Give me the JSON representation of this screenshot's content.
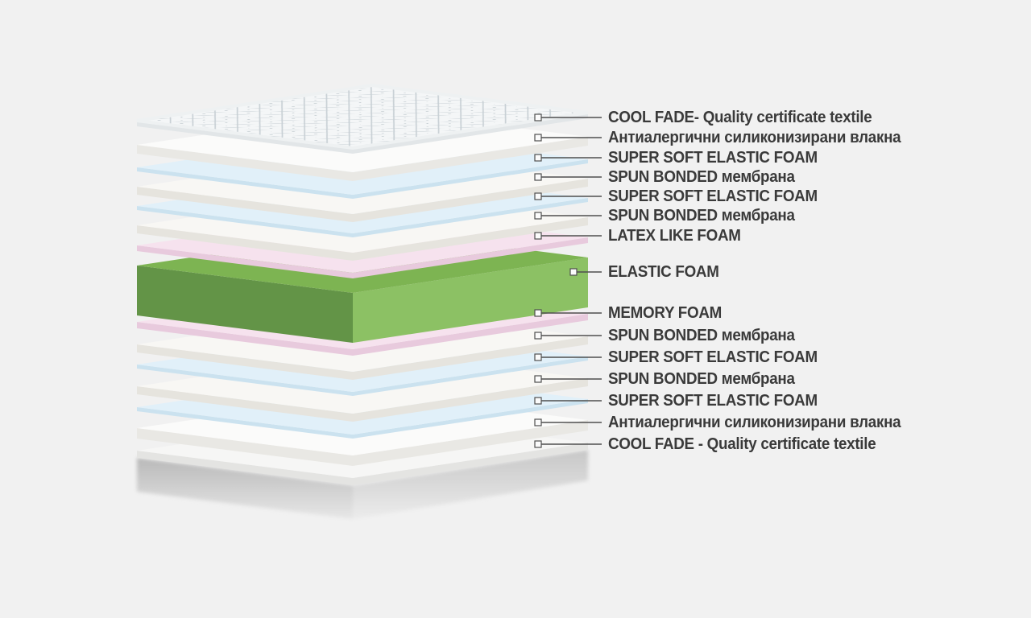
{
  "background": "#f1f1f1",
  "text_color": "#3a3a3a",
  "leader": {
    "line_color": "#4f4f4f",
    "marker_fill": "#fbfbfb"
  },
  "shadow_color": "#bdbdbd",
  "layers": [
    {
      "label": "COOL FADE- Quality certificate textile",
      "fill": "#f4f6f7",
      "side": "#e2e6e8"
    },
    {
      "label": "Антиалергични силиконизирани влакна",
      "fill": "#fbfbfa",
      "side": "#e9e8e4"
    },
    {
      "label": "SUPER SOFT ELASTIC FOAM",
      "fill": "#e1f0f9",
      "side": "#cbe2ef"
    },
    {
      "label": "SPUN BONDED мембрана",
      "fill": "#f8f7f4",
      "side": "#e6e4de"
    },
    {
      "label": "SUPER SOFT ELASTIC FOAM",
      "fill": "#e1f0f9",
      "side": "#cbe2ef"
    },
    {
      "label": "SPUN BONDED мембрана",
      "fill": "#f8f7f4",
      "side": "#e6e4de"
    },
    {
      "label": "LATEX LIKE FOAM",
      "fill": "#f6e2ee",
      "side": "#e8cadd"
    },
    {
      "label": "ELASTIC FOAM",
      "fill": "#7db452",
      "side_left": "#639447",
      "side_right": "#8cc164"
    },
    {
      "label": "MEMORY FOAM",
      "fill": "#f6e2ee",
      "side": "#e8cadd"
    },
    {
      "label": "SPUN BONDED мембрана",
      "fill": "#f8f7f4",
      "side": "#e6e4de"
    },
    {
      "label": "SUPER SOFT ELASTIC FOAM",
      "fill": "#e1f0f9",
      "side": "#cbe2ef"
    },
    {
      "label": "SPUN BONDED мембрана",
      "fill": "#f8f7f4",
      "side": "#e6e4de"
    },
    {
      "label": "SUPER SOFT ELASTIC FOAM",
      "fill": "#e1f0f9",
      "side": "#cbe2ef"
    },
    {
      "label": "Антиалергични силиконизирани влакна",
      "fill": "#fbfbfa",
      "side": "#e9e8e4"
    },
    {
      "label": "COOL FADE - Quality certificate textile",
      "fill": "#f6f6f5",
      "side": "#e4e4e2"
    }
  ]
}
